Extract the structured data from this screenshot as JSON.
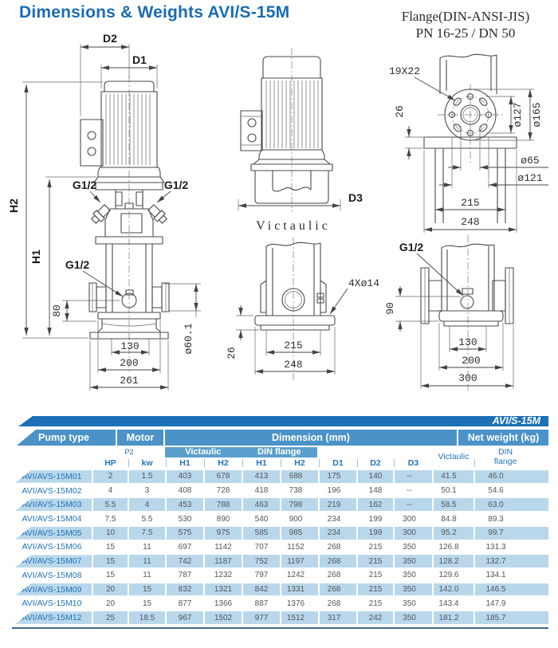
{
  "title": "Dimensions & Weights AVI/S-15M",
  "flange_note": {
    "line1": "Flange(DIN-ANSI-JIS)",
    "line2": "PN 16-25 / DN 50"
  },
  "drawings": {
    "front": {
      "d2": "D2",
      "d1": "D1",
      "h2": "H2",
      "h1": "H1",
      "g12_left": "G1/2",
      "g12_right": "G1/2",
      "g12_drain": "G1/2",
      "dim_80": "80",
      "dim_130": "130",
      "dim_200": "200",
      "dim_261": "261",
      "dia_601": "ø60.1"
    },
    "side": {
      "d3": "D3",
      "caption": "Victaulic"
    },
    "flange": {
      "slot": "19X22",
      "dim_26": "26",
      "dia_127": "ø127",
      "dia_165": "ø165",
      "dia_65": "ø65",
      "dia_121": "ø121",
      "dim_215": "215",
      "dim_248": "248"
    },
    "victaulic_view": {
      "holes": "4Xø14",
      "dim_26": "26",
      "dim_215": "215",
      "dim_248": "248"
    },
    "din_view": {
      "g12": "G1/2",
      "dim_90": "90",
      "dim_130": "130",
      "dim_200": "200",
      "dim_300": "300"
    }
  },
  "table": {
    "series_label": "AVI/S-15M",
    "groups": {
      "pump_type": "Pump type",
      "motor": "Motor",
      "dimension": "Dimension (mm)",
      "net_weight": "Net weight (kg)"
    },
    "sub": {
      "p2": "P2",
      "victaulic": "Victaulic",
      "din_flange": "DIN flange",
      "nw_victaulic": "Victaulic",
      "nw_din_flange": "DIN flange"
    },
    "cols": [
      "HP",
      "kw",
      "H1",
      "H2",
      "H1",
      "H2",
      "D1",
      "D2",
      "D3"
    ],
    "rows": [
      [
        "AVI/AVS-15M01",
        "2",
        "1.5",
        "403",
        "678",
        "413",
        "688",
        "175",
        "140",
        "--",
        "41.5",
        "46.0"
      ],
      [
        "AVI/AVS-15M02",
        "4",
        "3",
        "408",
        "728",
        "418",
        "738",
        "196",
        "148",
        "--",
        "50.1",
        "54.6"
      ],
      [
        "AVI/AVS-15M03",
        "5.5",
        "4",
        "453",
        "788",
        "463",
        "798",
        "219",
        "162",
        "--",
        "58.5",
        "63.0"
      ],
      [
        "AVI/AVS-15M04",
        "7.5",
        "5.5",
        "530",
        "890",
        "540",
        "900",
        "234",
        "199",
        "300",
        "84.8",
        "89.3"
      ],
      [
        "AVI/AVS-15M05",
        "10",
        "7.5",
        "575",
        "975",
        "585",
        "985",
        "234",
        "199",
        "300",
        "95.2",
        "99.7"
      ],
      [
        "AVI/AVS-15M06",
        "15",
        "11",
        "697",
        "1142",
        "707",
        "1152",
        "268",
        "215",
        "350",
        "126.8",
        "131.3"
      ],
      [
        "AVI/AVS-15M07",
        "15",
        "11",
        "742",
        "1187",
        "752",
        "1197",
        "268",
        "215",
        "350",
        "128.2",
        "132.7"
      ],
      [
        "AVI/AVS-15M08",
        "15",
        "11",
        "787",
        "1232",
        "797",
        "1242",
        "268",
        "215",
        "350",
        "129.6",
        "134.1"
      ],
      [
        "AVI/AVS-15M09",
        "20",
        "15",
        "832",
        "1321",
        "842",
        "1331",
        "268",
        "215",
        "350",
        "142.0",
        "146.5"
      ],
      [
        "AVI/AVS-15M10",
        "20",
        "15",
        "877",
        "1366",
        "887",
        "1376",
        "268",
        "215",
        "350",
        "143.4",
        "147.9"
      ],
      [
        "AVI/AVS-15M12",
        "25",
        "18.5",
        "967",
        "1502",
        "977",
        "1512",
        "317",
        "242",
        "350",
        "181.2",
        "185.7"
      ]
    ]
  },
  "colors": {
    "title_blue": "#1a6cb5",
    "band_blue": "#1b70b6",
    "header_blue": "#4a92c8",
    "subheader_blue": "#5ba0cd",
    "row_shade": "#b9d7eb",
    "pump_name_blue": "#2273b8",
    "number_gray": "#55565a"
  }
}
